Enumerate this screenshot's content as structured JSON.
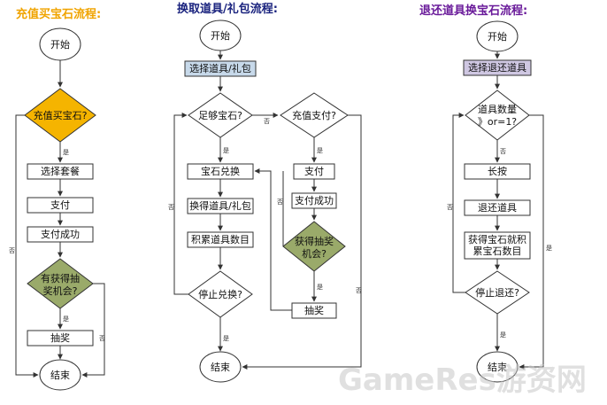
{
  "titles": {
    "t1": "充值买宝石流程:",
    "t2": "换取道具/礼包流程:",
    "t3": "退还道具换宝石流程:"
  },
  "colors": {
    "title1": "#f0a400",
    "title2": "#1a237e",
    "title3": "#6a1b9a",
    "orange_diamond": "#f5b400",
    "green_diamond": "#9aaa6a",
    "blue_box": "#c7d9ea",
    "purple_box": "#cfc7e2"
  },
  "flow1": {
    "start": "开始",
    "decision_recharge": "充值买宝石?",
    "choose_package": "选择套餐",
    "pay": "支付",
    "pay_success": "支付成功",
    "lottery_question_l1": "有获得抽",
    "lottery_question_l2": "奖机会?",
    "lottery": "抽奖",
    "end": "结束",
    "yes": "是",
    "no": "否"
  },
  "flow2": {
    "start": "开始",
    "select_item": "选择道具/礼包",
    "enough_gems": "足够宝石?",
    "recharge_pay": "充值支付?",
    "gem_exchange": "宝石兑换",
    "get_item": "换得道具/礼包",
    "accumulate": "积累道具数目",
    "stop_exchange": "停止兑换?",
    "pay": "支付",
    "pay_success": "支付成功",
    "lottery_question_l1": "获得抽奖",
    "lottery_question_l2": "机会?",
    "lottery": "抽奖",
    "end": "结束",
    "yes": "是",
    "no": "否"
  },
  "flow3": {
    "start": "开始",
    "select_return": "选择退还道具",
    "item_count_l1": "道具数量",
    "item_count_l2": "》or=1?",
    "long_press": "长按",
    "return_item": "退还道具",
    "get_gems_l1": "获得宝石就积",
    "get_gems_l2": "累宝石数目",
    "stop_return": "停止退还?",
    "end": "结束",
    "yes": "是",
    "no": "否"
  },
  "watermark": "GameRes游资网"
}
